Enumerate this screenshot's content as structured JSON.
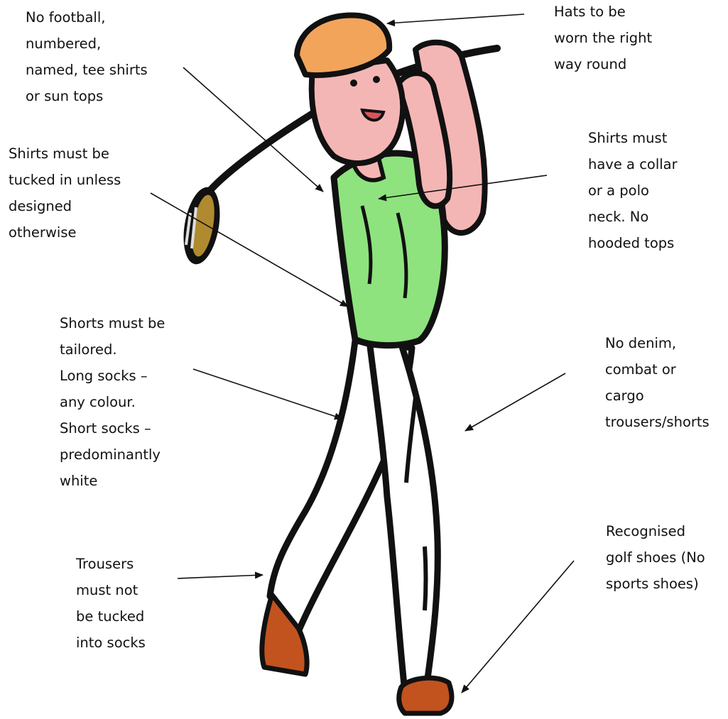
{
  "labels": {
    "hats": [
      "Hats to be",
      "worn the right",
      "way round"
    ],
    "tee_shirts": [
      "No football,",
      "numbered,",
      "named, tee shirts",
      "or sun tops"
    ],
    "tucked": [
      "Shirts must be",
      "tucked in unless",
      "designed",
      "otherwise"
    ],
    "collar": [
      "Shirts must",
      "have a collar",
      "or a polo",
      "neck.  No",
      "hooded tops"
    ],
    "shorts": [
      "Shorts must be",
      "tailored.",
      "Long socks –",
      "any colour.",
      "Short socks –",
      "predominantly",
      "white"
    ],
    "denim": [
      "No denim,",
      "combat or",
      "cargo",
      "trousers/shorts"
    ],
    "trousers": [
      "Trousers",
      "must not",
      "be tucked",
      "into socks"
    ],
    "shoes": [
      "Recognised",
      "golf shoes (No",
      "sports shoes)"
    ]
  },
  "colors": {
    "hat": "#F2A45A",
    "skin": "#F4B6B4",
    "shirt": "#8EE37E",
    "club_head": "#B08A2E",
    "shoe": "#C2531E",
    "outline": "#111111"
  }
}
